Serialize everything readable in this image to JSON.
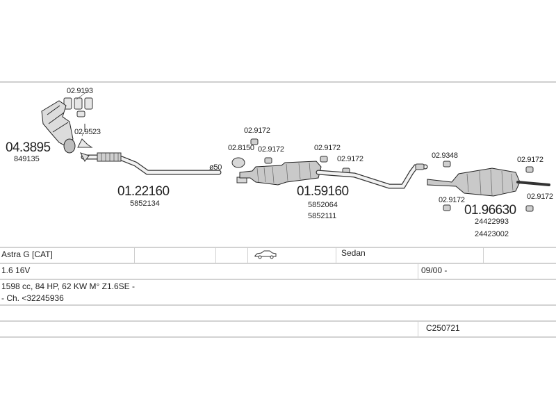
{
  "parts": {
    "p_029193": "02.9193",
    "p_029523": "02.9523",
    "p_043895": "04.3895",
    "p_043895_ref": "849135",
    "p_122160": "01.22160",
    "p_122160_ref": "5852134",
    "p_028150": "02.8150",
    "p_029172_a": "02.9172",
    "p_029172_b": "02.9172",
    "p_029172_c": "02.9172",
    "p_029172_d": "02.9172",
    "p_159160": "01.59160",
    "p_159160_ref1": "5852064",
    "p_159160_ref2": "5852111",
    "p_029348": "02.9348",
    "p_029172_e": "02.9172",
    "p_029172_f": "02.9172",
    "p_029172_g": "02.9172",
    "p_196630": "01.96630",
    "p_196630_ref1": "24422993",
    "p_196630_ref2": "24423002",
    "pipe_diameter": "ø50"
  },
  "vehicle": {
    "model": "Astra G  [CAT]",
    "body_type": "Sedan",
    "engine": "1.6 16V",
    "date": "09/00 -",
    "specs": "1598 cc, 84 HP, 62 KW M° Z1.6SE -",
    "chassis": "- Ch. <32245936",
    "code": "C250721"
  },
  "icons": {
    "car": "sedan-car-icon"
  }
}
